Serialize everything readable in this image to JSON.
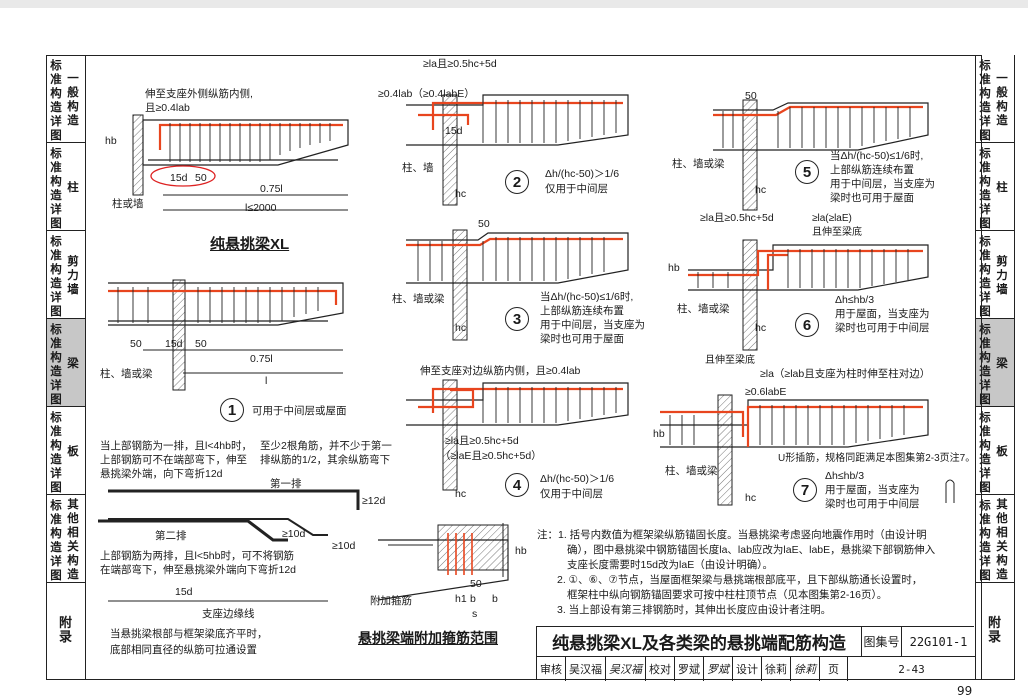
{
  "left_tabs": [
    {
      "col1": "标准构造详图",
      "col2": "一般构造",
      "active": false
    },
    {
      "col1": "标准构造详图",
      "col2": "柱",
      "active": false
    },
    {
      "col1": "标准构造详图",
      "col2": "剪力墙",
      "active": false
    },
    {
      "col1": "标准构造详图",
      "col2": "梁",
      "active": true
    },
    {
      "col1": "标准构造详图",
      "col2": "板",
      "active": false
    },
    {
      "col1": "标准构造详图",
      "col2": "其他相关构造",
      "active": false
    },
    {
      "col1": "附录",
      "col2": "",
      "active": false
    }
  ],
  "right_tabs": [
    {
      "col1": "标准构造详图",
      "col2": "一般构造",
      "active": false
    },
    {
      "col1": "标准构造详图",
      "col2": "柱",
      "active": false
    },
    {
      "col1": "标准构造详图",
      "col2": "剪力墙",
      "active": false
    },
    {
      "col1": "标准构造详图",
      "col2": "梁",
      "active": true
    },
    {
      "col1": "标准构造详图",
      "col2": "板",
      "active": false
    },
    {
      "col1": "标准构造详图",
      "col2": "其他相关构造",
      "active": false
    },
    {
      "col1": "附录",
      "col2": "",
      "active": false
    }
  ],
  "diagram_top_left": {
    "heading": "纯悬挑梁XL",
    "note1": "伸至支座外侧纵筋内侧,",
    "note2": "且≥0.4lab",
    "dim_15d": "15d",
    "dim_50": "50",
    "dim_075l": "0.75l",
    "dim_l": "l≤2000",
    "hb": "hb",
    "support": "柱或墙"
  },
  "diagram_1": {
    "number": "1",
    "dims": [
      "50",
      "15d",
      "50",
      "0.75l",
      "l"
    ],
    "support": "柱、墙或梁",
    "caption": "可用于中间层或屋面"
  },
  "diagram_2": {
    "number": "2",
    "top": "≥la且≥0.5hc+5d",
    "anchor": "≥0.4lab（≥0.4labE）",
    "dim_15d": "15d",
    "support": "柱、墙",
    "hc": "hc",
    "cond": "Δh/(hc-50)＞1/6",
    "caption": "仅用于中间层"
  },
  "diagram_3": {
    "number": "3",
    "dim_50": "50",
    "support": "柱、墙或梁",
    "hc": "hc",
    "lines": [
      "当Δh/(hc-50)≤1/6时,",
      "上部纵筋连续布置",
      "用于中间层，当支座为",
      "梁时也可用于屋面"
    ]
  },
  "diagram_4": {
    "number": "4",
    "top": "伸至支座对边纵筋内侧，且≥0.4lab",
    "mid1": "≥la且≥0.5hc+5d",
    "mid2": "（≥laE且≥0.5hc+5d）",
    "hc": "hc",
    "cond": "Δh/(hc-50)＞1/6",
    "caption": "仅用于中间层"
  },
  "diagram_5": {
    "number": "5",
    "dim_50": "50",
    "support": "柱、墙或梁",
    "hc": "hc",
    "lines": [
      "当Δh/(hc-50)≤1/6时,",
      "上部纵筋连续布置",
      "用于中间层，当支座为",
      "梁时也可用于屋面"
    ]
  },
  "diagram_6": {
    "number": "6",
    "top": "≥la且≥0.5hc+5d",
    "vert": "≥la(≥laE)",
    "vert2": "且伸至梁底",
    "hb": "hb",
    "support": "柱、墙或梁",
    "hc": "hc",
    "lines": [
      "Δh≤hb/3",
      "用于屋面，当支座为",
      "梁时也可用于中间层"
    ]
  },
  "diagram_7": {
    "number": "7",
    "top": "≥la（≥lab且支座为柱时伸至柱对边）",
    "anchor": "≥0.6labE",
    "vert": "且伸至梁底",
    "hb": "hb",
    "support": "柱、墙或梁",
    "hc": "hc",
    "u_note": "U形插筋，规格同距满足本图集第2-3页注7。",
    "lines": [
      "Δh≤hb/3",
      "用于屋面，当支座为",
      "梁时也可用于中间层"
    ]
  },
  "bars_note": {
    "top_left": [
      "当上部钢筋为一排，且l<4hb时，",
      "上部钢筋可不在端部弯下，伸至",
      "悬挑梁外端，向下弯折12d"
    ],
    "top_right": [
      "至少2根角筋，并不少于第一",
      "排纵筋的1/2，其余纵筋弯下"
    ],
    "row1": "第一排",
    "row2": "第二排",
    "d12": "≥12d",
    "d10a": "≥10d",
    "d10b": "≥10d",
    "bottom": [
      "上部钢筋为两排，且l<5hb时，可不将钢筋",
      "在端部弯下，伸至悬挑梁外端向下弯折12d"
    ]
  },
  "edge_note": {
    "dim": "15d",
    "label": "支座边缘线",
    "lines": [
      "当悬挑梁根部与框架梁底齐平时，",
      "底部相同直径的纵筋可拉通设置"
    ]
  },
  "stirrup_detail": {
    "heading": "悬挑梁端附加箍筋范围",
    "label": "附加箍筋",
    "dims": [
      "50",
      "h1",
      "b",
      "b",
      "s"
    ],
    "hb": "hb"
  },
  "notes": [
    "注：1. 括号内数值为框架梁纵筋锚固长度。当悬挑梁考虑竖向地震作用时（由设计明",
    "确），图中悬挑梁中钢筋锚固长度la、lab应改为laE、labE，悬挑梁下部钢筋伸入",
    "支座长度需要时15d改为laE（由设计明确）。",
    "2. ①、⑥、⑦节点，当屋面框架梁与悬挑端根部底平，且下部纵筋通长设置时，",
    "框架柱中纵向钢筋锚固要求可按中柱柱顶节点（见本图集第2-16页）。",
    "3. 当上部设有第三排钢筋时，其伸出长度应由设计者注明。"
  ],
  "titlebar": {
    "title": "纯悬挑梁XL及各类梁的悬挑端配筋构造",
    "atlas_label": "图集号",
    "atlas_no": "22G101-1",
    "review_label": "审核",
    "review_name": "吴汉福",
    "review_sig": "吴汉福",
    "check_label": "校对",
    "check_name": "罗斌",
    "check_sig": "罗斌",
    "design_label": "设计",
    "design_name": "徐莉",
    "design_sig": "徐莉",
    "page_label": "页",
    "page_no": "2-43"
  },
  "page_number": "99",
  "colors": {
    "rebar": "#e8451e",
    "line": "#222222",
    "hatch": "#555555"
  }
}
